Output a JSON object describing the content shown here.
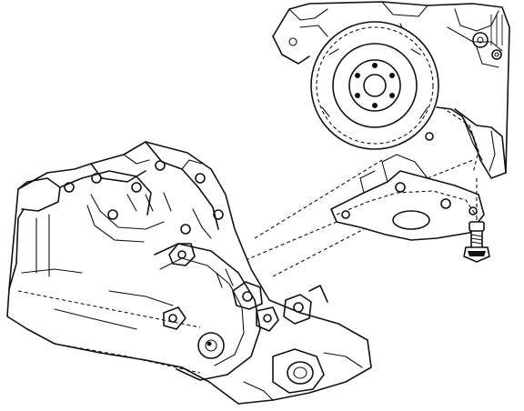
{
  "figure": {
    "components": [
      {
        "name": "transaxle",
        "icon": "transaxle-drawing"
      },
      {
        "name": "engine-block",
        "icon": "engine-drawing"
      },
      {
        "name": "flywheel",
        "icon": "flywheel-drawing"
      },
      {
        "name": "mount-bracket",
        "icon": "bracket-drawing"
      },
      {
        "name": "mount-bolt",
        "icon": "bolt-drawing"
      }
    ],
    "style": {
      "ink": "#111111",
      "paper": "#ffffff"
    }
  }
}
